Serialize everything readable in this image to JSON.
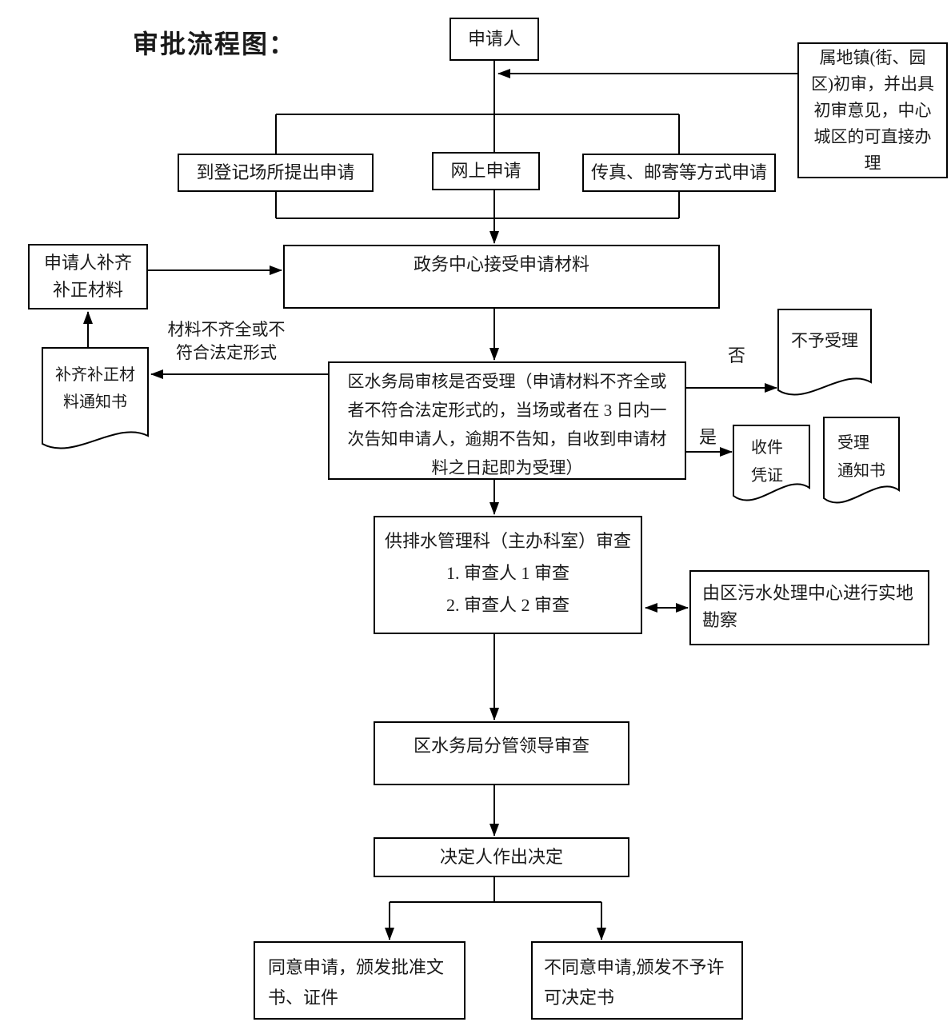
{
  "title": "审批流程图：",
  "colors": {
    "line": "#000000",
    "background": "#ffffff"
  },
  "nodes": {
    "applicant": {
      "label": "申请人"
    },
    "town_review": {
      "label": "属地镇(街、园\n区)初审，并出具\n初审意见，中心\n城区的可直接办\n理"
    },
    "apply_onsite": {
      "label": "到登记场所提出申请"
    },
    "apply_online": {
      "label": "网上申请"
    },
    "apply_fax": {
      "label": "传真、邮寄等方式申请"
    },
    "center_receive": {
      "label": "政务中心接受申请材料"
    },
    "applicant_supplement": {
      "label": "申请人补齐\n补正材料"
    },
    "review_accept": {
      "label": "区水务局审核是否受理（申请材料不齐全或\n者不符合法定形式的，当场或者在 3 日内一\n次告知申请人，逾期不告知，自收到申请材\n料之日起即为受理）"
    },
    "dept_review": {
      "label": "供排水管理科（主办科室）审查\n1. 审查人 1 审查\n2. 审查人 2 审查"
    },
    "site_survey": {
      "label": "由区污水处理中心进行实地\n勘察"
    },
    "leader_review": {
      "label": "区水务局分管领导审查"
    },
    "decision": {
      "label": "决定人作出决定"
    },
    "approve": {
      "label": "同意申请，颁发批准文\n书、证件"
    },
    "reject": {
      "label": "不同意申请,颁发不予许\n可决定书"
    }
  },
  "documents": {
    "supplement_notice": {
      "label": "补齐补正材\n料通知书"
    },
    "not_accepted": {
      "label": "不予受理"
    },
    "receipt": {
      "label": "收件\n凭证"
    },
    "accept_notice": {
      "label": "受理\n通知书"
    }
  },
  "edge_labels": {
    "incomplete": "材料不齐全或不\n符合法定形式",
    "no": "否",
    "yes": "是"
  }
}
